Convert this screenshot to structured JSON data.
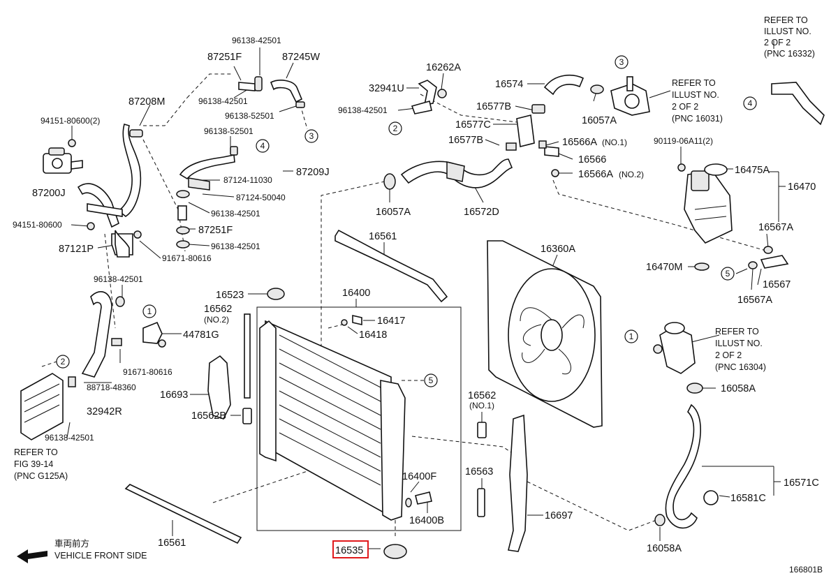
{
  "labels": {
    "l_96138_42501_a": "96138-42501",
    "l_87251F_a": "87251F",
    "l_87245W": "87245W",
    "l_87208M": "87208M",
    "l_96138_42501_b": "96138-42501",
    "l_96138_52501_a": "96138-52501",
    "l_94151_80600_2": "94151-80600(2)",
    "l_96138_52501_b": "96138-52501",
    "l_87124_11030": "87124-11030",
    "l_87209J": "87209J",
    "l_87124_50040": "87124-50040",
    "l_87200J": "87200J",
    "l_96138_42501_c": "96138-42501",
    "l_94151_80600": "94151-80600",
    "l_87251F_b": "87251F",
    "l_96138_42501_d": "96138-42501",
    "l_87121P": "87121P",
    "l_91671_80616_a": "91671-80616",
    "l_16262A": "16262A",
    "l_32941U": "32941U",
    "l_16574": "16574",
    "l_96138_42501_e": "96138-42501",
    "l_16577B_a": "16577B",
    "l_16057A_a": "16057A",
    "l_16577C": "16577C",
    "l_16566A_1": "16566A",
    "l_no1_a": "(NO.1)",
    "l_16577B_b": "16577B",
    "l_16566": "16566",
    "l_16566A_2": "16566A",
    "l_no2_a": "(NO.2)",
    "l_16057A_b": "16057A",
    "l_16572D": "16572D",
    "l_90119": "90119-06A11(2)",
    "l_16475A": "16475A",
    "l_16470": "16470",
    "l_16567A_a": "16567A",
    "l_16470M": "16470M",
    "l_16567": "16567",
    "l_16567A_b": "16567A",
    "l_16561_a": "16561",
    "l_16360A": "16360A",
    "l_96138_42501_f": "96138-42501",
    "l_16523": "16523",
    "l_16400": "16400",
    "l_16562_a": "16562",
    "l_no2_b": "(NO.2)",
    "l_16417": "16417",
    "l_16418": "16418",
    "l_44781G": "44781G",
    "l_91671_80616_b": "91671-80616",
    "l_88718_48360": "88718-48360",
    "l_32942R": "32942R",
    "l_16693": "16693",
    "l_16562B": "16562B",
    "l_16562_b": "16562",
    "l_no1_b": "(NO.1)",
    "l_16058A_a": "16058A",
    "l_96138_42501_g": "96138-42501",
    "l_16563": "16563",
    "l_16400F": "16400F",
    "l_16571C": "16571C",
    "l_16581C": "16581C",
    "l_16400B": "16400B",
    "l_16697": "16697",
    "l_16561_b": "16561",
    "l_16535": "16535",
    "l_16058A_b": "16058A",
    "l_166801B": "166801B"
  },
  "notes": {
    "refer_16332": [
      "REFER TO",
      "ILLUST NO.",
      "2 OF 2",
      "(PNC 16332)"
    ],
    "refer_16031": [
      "REFER TO",
      "ILLUST NO.",
      "2 OF 2",
      "(PNC 16031)"
    ],
    "refer_16304": [
      "REFER TO",
      "ILLUST NO.",
      "2 OF 2",
      "(PNC 16304)"
    ],
    "refer_fig": [
      "REFER TO",
      "FIG 39-14",
      "(PNC G125A)"
    ],
    "vehicle_front_jp": "車両前方",
    "vehicle_front_en": "VEHICLE FRONT SIDE"
  },
  "callouts": {
    "c1": "1",
    "c2": "2",
    "c3": "3",
    "c4": "4",
    "c5": "5"
  },
  "highlight": {
    "label": "16535",
    "color": "#e0191c"
  }
}
